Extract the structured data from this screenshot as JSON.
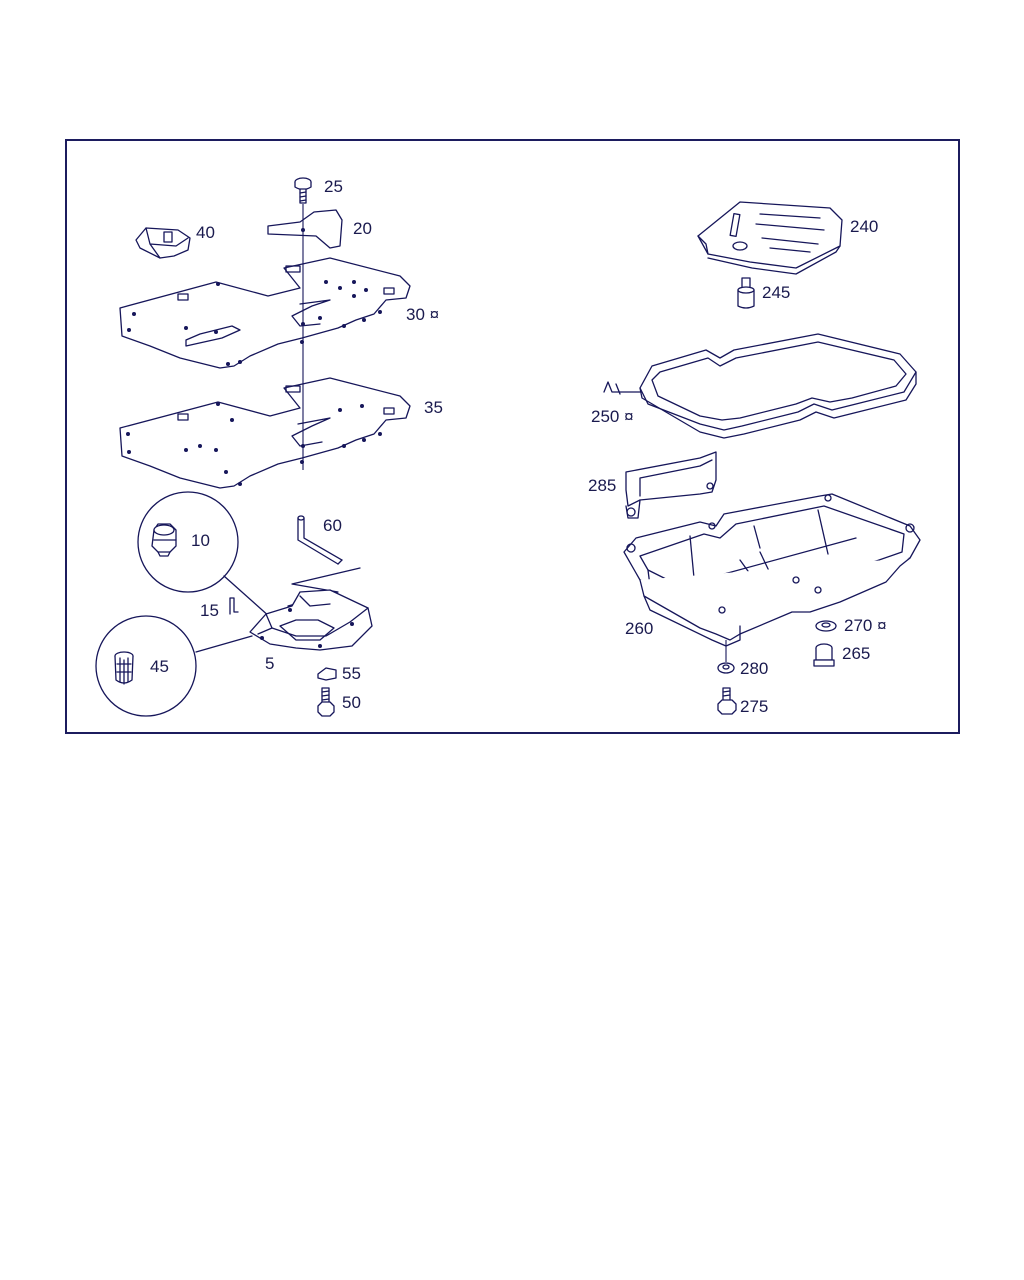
{
  "diagram": {
    "line_color": "#16165a",
    "background": "#ffffff",
    "marker_symbol": "¤",
    "parts": [
      {
        "id": "p25",
        "label": "25"
      },
      {
        "id": "p20",
        "label": "20"
      },
      {
        "id": "p40",
        "label": "40"
      },
      {
        "id": "p30",
        "label": "30 ¤"
      },
      {
        "id": "p35",
        "label": "35"
      },
      {
        "id": "p10",
        "label": "10"
      },
      {
        "id": "p60",
        "label": "60"
      },
      {
        "id": "p15",
        "label": "15"
      },
      {
        "id": "p45",
        "label": "45"
      },
      {
        "id": "p5",
        "label": "5"
      },
      {
        "id": "p55",
        "label": "55"
      },
      {
        "id": "p50",
        "label": "50"
      },
      {
        "id": "p240",
        "label": "240"
      },
      {
        "id": "p245",
        "label": "245"
      },
      {
        "id": "p250",
        "label": "250 ¤"
      },
      {
        "id": "p285",
        "label": "285"
      },
      {
        "id": "p260",
        "label": "260"
      },
      {
        "id": "p270",
        "label": "270 ¤"
      },
      {
        "id": "p265",
        "label": "265"
      },
      {
        "id": "p280",
        "label": "280"
      },
      {
        "id": "p275",
        "label": "275"
      }
    ]
  }
}
